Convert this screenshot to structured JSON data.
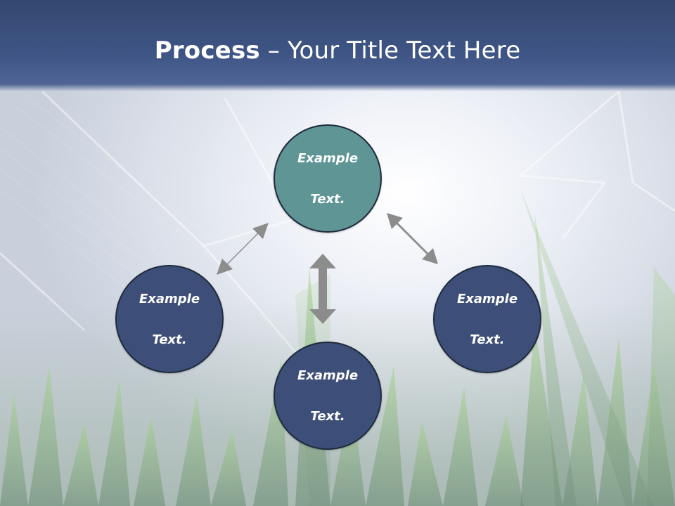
{
  "title": {
    "bold_part": "Process",
    "rest": " – Your Title Text Here"
  },
  "diagram": {
    "nodes": {
      "top": {
        "line1": "Example",
        "line2": "Text."
      },
      "left": {
        "line1": "Example",
        "line2": "Text."
      },
      "right": {
        "line1": "Example",
        "line2": "Text."
      },
      "bottom": {
        "line1": "Example",
        "line2": "Text."
      }
    },
    "connectors": [
      "top-left",
      "top-bottom",
      "top-right"
    ]
  },
  "colors": {
    "title_bar": "#3e5585",
    "accent_node": "#5f9595",
    "node": "#3d4f78",
    "arrow": "#8c8c8c"
  }
}
